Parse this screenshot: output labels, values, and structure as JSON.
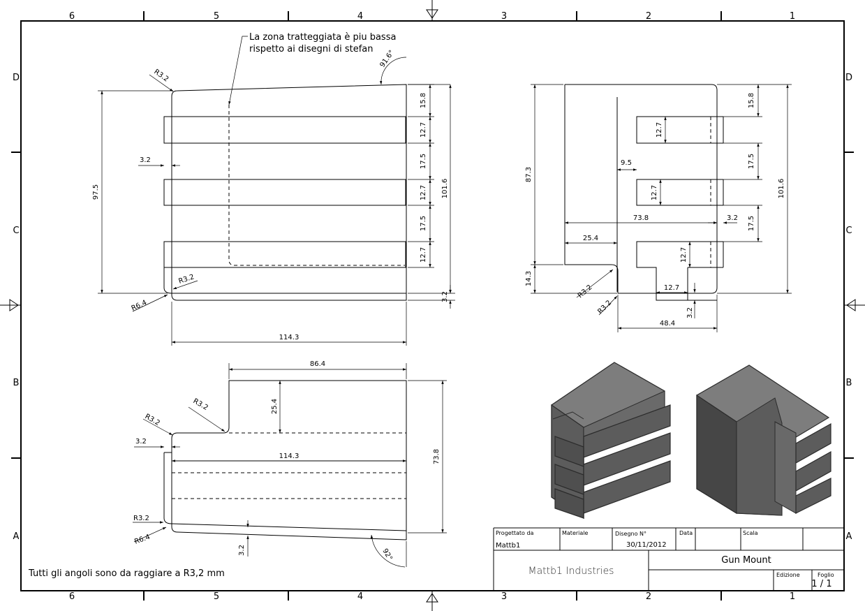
{
  "frame": {
    "columns": [
      "6",
      "5",
      "4",
      "3",
      "2",
      "1"
    ],
    "rows": [
      "D",
      "C",
      "B",
      "A"
    ]
  },
  "notes": {
    "hatched_zone": [
      "La zona tratteggiata è piu bassa",
      "rispetto ai disegni di stefan"
    ],
    "corner_radius": "Tutti gli angoli sono da raggiare a R3,2 mm"
  },
  "dims_front": {
    "r32_top": "R3.2",
    "angle_top": "91.6°",
    "d158": "15.8",
    "d127a": "12.7",
    "d175a": "17.5",
    "d127b": "12.7",
    "d1016": "101.6",
    "d175b": "17.5",
    "d127c": "12.7",
    "d32_right": "3.2",
    "d975": "97.5",
    "d32_left": "3.2",
    "r32_bottom": "R3.2",
    "r64_bottom": "R6.4",
    "d1143": "114.3"
  },
  "dims_side": {
    "d873": "87.3",
    "d143": "14.3",
    "d95": "9.5",
    "d738": "73.8",
    "d32a": "3.2",
    "d254": "25.4",
    "d127a": "12.7",
    "d127b": "12.7",
    "d127c": "12.7",
    "d127d": "12.7",
    "d158": "15.8",
    "d175a": "17.5",
    "d175b": "17.5",
    "d1016": "101.6",
    "r32a": "R3.2",
    "r32b": "R3.2",
    "d32b": "3.2",
    "d484": "48.4"
  },
  "dims_top": {
    "d864": "86.4",
    "r32_notch": "R3.2",
    "d254": "25.4",
    "r32_corner": "R3.2",
    "d32": "3.2",
    "d1143": "114.3",
    "d738": "73.8",
    "r32_bottom": "R3.2",
    "r64_bottom": "R6.4",
    "d32_bottom": "3.2",
    "angle_bottom": "92°"
  },
  "title_block": {
    "designed_by_label": "Progettato da",
    "designed_by": "Mattb1",
    "material_label": "Materiale",
    "drawing_no_label": "Disegno N°",
    "drawing_date": "30/11/2012",
    "date_label": "Data",
    "scale_label": "Scala",
    "company": "Mattb1 Industries",
    "title": "Gun Mount",
    "edition_label": "Edizione",
    "sheet_label": "Foglio",
    "sheet": "1 / 1"
  },
  "colors": {
    "line": "#000000",
    "paper": "#ffffff",
    "iso_top": "#7d7d7d",
    "iso_side": "#5c5c5c",
    "iso_dark": "#464646",
    "iso_edge": "#2b2b2b"
  }
}
